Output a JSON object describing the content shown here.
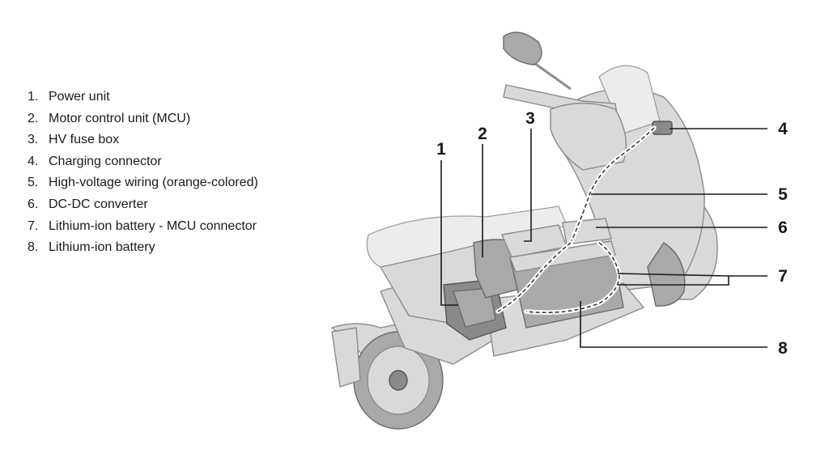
{
  "legend": [
    {
      "num": "1.",
      "label": "Power unit"
    },
    {
      "num": "2.",
      "label": "Motor control unit (MCU)"
    },
    {
      "num": "3.",
      "label": "HV fuse box"
    },
    {
      "num": "4.",
      "label": "Charging connector"
    },
    {
      "num": "5.",
      "label": "High-voltage wiring (orange-colored)"
    },
    {
      "num": "6.",
      "label": "DC-DC converter"
    },
    {
      "num": "7.",
      "label": "Lithium-ion battery - MCU connector"
    },
    {
      "num": "8.",
      "label": "Lithium-ion battery"
    }
  ],
  "callouts": [
    "1",
    "2",
    "3",
    "4",
    "5",
    "6",
    "7",
    "8"
  ]
}
